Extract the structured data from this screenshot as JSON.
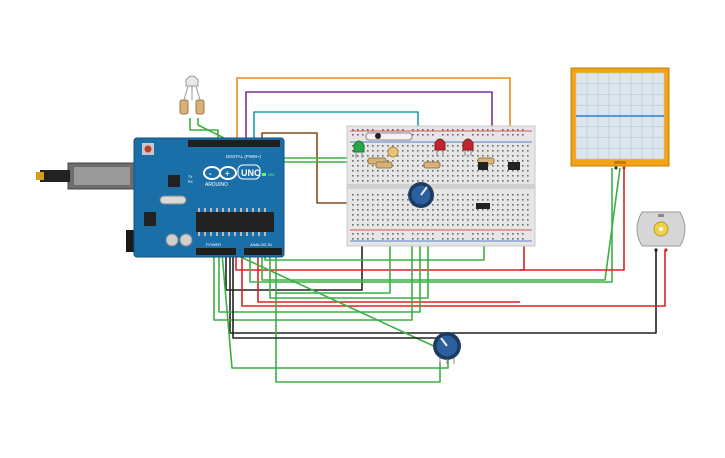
{
  "canvas": {
    "background": "#ffffff"
  },
  "arduino": {
    "brand_label": "ARDUINO",
    "model_label": "UNO",
    "digital_label": "DIGITAL (PWM~)",
    "power_label": "POWER",
    "analog_label": "ANALOG IN",
    "on_label": "ON",
    "tx_label": "TX",
    "rx_label": "RX",
    "board_color": "#1b6fa8"
  },
  "oscilloscope": {
    "frame_color": "#f2a316",
    "trace_color": "#2a7bd3"
  },
  "wire_colors": {
    "green": "#3cb043",
    "red": "#e02020",
    "black": "#222222",
    "orange": "#e88a1a",
    "purple": "#7b2fa0",
    "cyan": "#1a9bb5",
    "brown": "#8a4b1c"
  },
  "components": {
    "led_green": "#27a844",
    "led_red": "#c0262d",
    "potentiometer": "#2b5f9e",
    "motor_body": "#d6d6d6"
  }
}
